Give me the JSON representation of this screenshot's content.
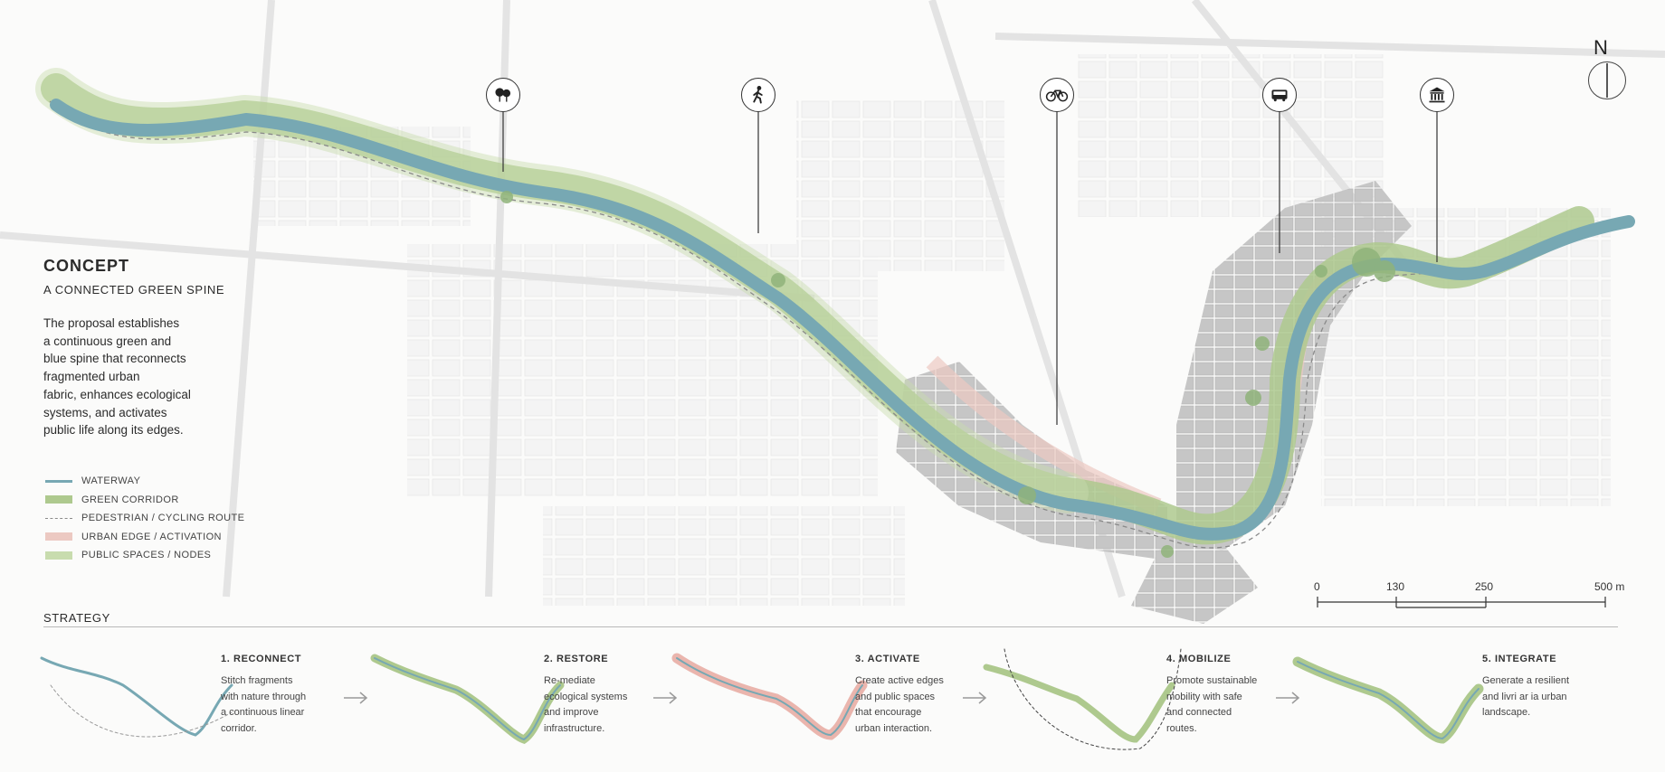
{
  "concept": {
    "title": "CONCEPT",
    "subtitle": "A CONNECTED GREEN SPINE",
    "body_lines": [
      "The proposal establishes",
      "a continuous green and",
      "blue spine that reconnects",
      "fragmented urban",
      "fabric, enhances ecological",
      "systems, and activates",
      "public life along its edges."
    ]
  },
  "legend": [
    {
      "key": "waterway",
      "label": "WATERWAY"
    },
    {
      "key": "green",
      "label": "GREEN CORRIDOR"
    },
    {
      "key": "route",
      "label": "PEDESTRIAN / CYCLING ROUTE"
    },
    {
      "key": "edge",
      "label": "URBAN EDGE / ACTIVATION"
    },
    {
      "key": "public",
      "label": "PUBLIC SPACES / NODES"
    }
  ],
  "callouts": [
    {
      "icon": "trees-icon"
    },
    {
      "icon": "pedestrian-icon"
    },
    {
      "icon": "bicycle-icon"
    },
    {
      "icon": "bus-icon"
    },
    {
      "icon": "museum-icon"
    }
  ],
  "north_label": "N",
  "scale_bar": {
    "labels": [
      "0",
      "130",
      "250",
      "500 m"
    ]
  },
  "strategy": {
    "label": "STRATEGY",
    "steps": [
      {
        "title": "1. RECONNECT",
        "text": [
          "Stitch fragments",
          "with nature through",
          "a continuous linear",
          "corridor."
        ]
      },
      {
        "title": "2. RESTORE",
        "text": [
          "Re-mediate",
          "ecological systems",
          "and improve",
          "infrastructure."
        ]
      },
      {
        "title": "3. ACTIVATE",
        "text": [
          "Create active edges",
          "and public spaces",
          "that encourage",
          "urban interaction."
        ]
      },
      {
        "title": "4. MOBILIZE",
        "text": [
          "Promote sustainable",
          "mobility with safe",
          "and connected",
          "routes."
        ]
      },
      {
        "title": "5. INTEGRATE",
        "text": [
          "Generate a resilient",
          "and livri ar ia urban",
          "landscape."
        ]
      }
    ]
  },
  "colors": {
    "water": "#77a8b3",
    "green": "#aec98e",
    "public": "#c8dcae",
    "edge": "#ecc9c2",
    "building": "#c9c9c9",
    "building_dark": "#a9a9a9",
    "tree": "#8fb37a"
  }
}
